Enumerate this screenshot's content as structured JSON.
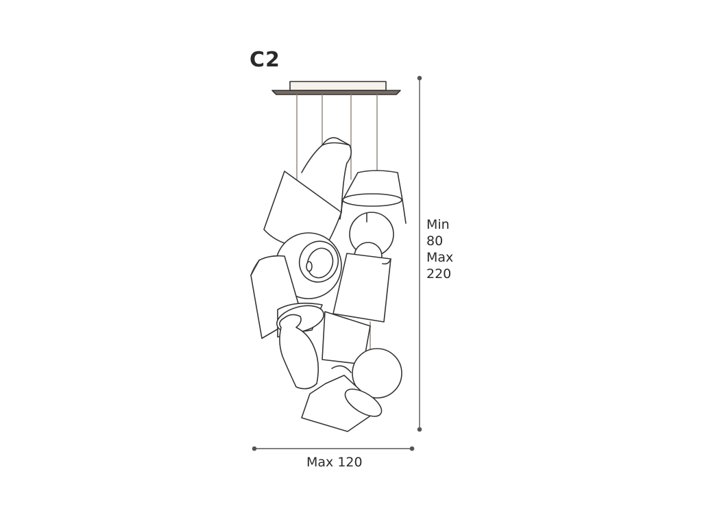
{
  "model_code": "C2",
  "dimensions": {
    "height_lines": [
      "Min",
      "80",
      "Max",
      "220"
    ],
    "width_label": "Max 120"
  },
  "colors": {
    "line": "#333333",
    "canopy_fill": "#f6f1ea",
    "dimension_line": "#555555"
  }
}
